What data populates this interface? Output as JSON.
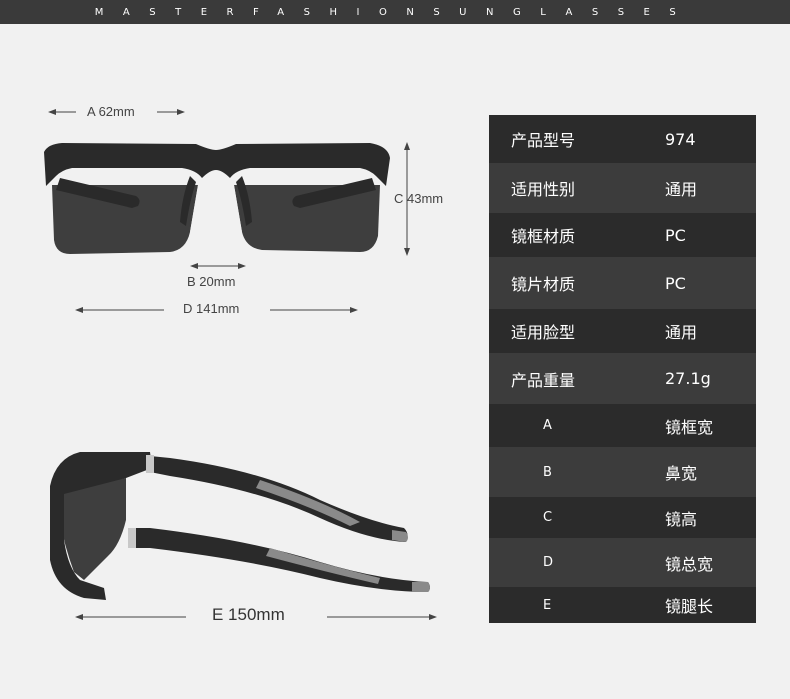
{
  "header": {
    "brand_text": "MASTERFASHIONSUNGLASSES"
  },
  "dimensions": {
    "a": "A 62mm",
    "b": "B 20mm",
    "c": "C 43mm",
    "d": "D 141mm",
    "e": "E 150mm"
  },
  "spec_table": [
    {
      "label": "产品型号",
      "value": "974"
    },
    {
      "label": "适用性别",
      "value": "通用"
    },
    {
      "label": "镜框材质",
      "value": "PC"
    },
    {
      "label": "镜片材质",
      "value": "PC"
    },
    {
      "label": "适用脸型",
      "value": "通用"
    },
    {
      "label": "产品重量",
      "value": "27.1g"
    },
    {
      "label": "A",
      "value": "镜框宽"
    },
    {
      "label": "B",
      "value": "鼻宽"
    },
    {
      "label": "C",
      "value": "镜高"
    },
    {
      "label": "D",
      "value": "镜总宽"
    },
    {
      "label": "E",
      "value": "镜腿长"
    }
  ],
  "colors": {
    "topbar": "#3a3a3a",
    "background": "#f1f1f1",
    "table_dark": "#2b2b2b",
    "table_light": "#3c3c3c",
    "frame": "#2a2a2a",
    "lens": "#3e3e3e",
    "temple_accent": "#8a8a8a"
  }
}
